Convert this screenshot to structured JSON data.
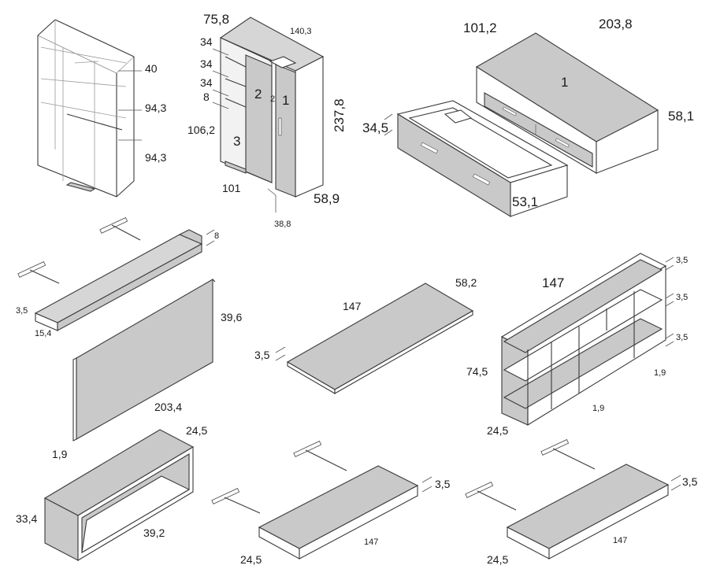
{
  "wardrobe_frame": {
    "dims": [
      "40",
      "94,3",
      "94,3"
    ]
  },
  "wardrobe_corner": {
    "width_top": "75,8",
    "depth_top": "140,3",
    "height": "237,8",
    "shelves": [
      "34",
      "34",
      "34",
      "8"
    ],
    "lower": "106,2",
    "base": "101",
    "side_depth": "58,9",
    "side_depth_small": "38,8",
    "parts": [
      "1",
      "2",
      "2",
      "3"
    ]
  },
  "bed": {
    "width": "101,2",
    "length": "203,8",
    "height": "58,1",
    "trundle_height": "34,5",
    "trundle_depth": "53,1",
    "part": "1"
  },
  "wall_shelf": {
    "height": "8",
    "depth": "3,5",
    "width": "15,4"
  },
  "headboard": {
    "height": "39,6",
    "width": "203,4",
    "thickness": "1,9"
  },
  "desk_top": {
    "width": "147",
    "depth": "58,2",
    "thickness": "3,5"
  },
  "bookcase": {
    "width": "147",
    "shelf_t": [
      "3,5",
      "3,5",
      "3,5"
    ],
    "height": "74,5",
    "side_t": "1,9",
    "inner_t": "1,9",
    "depth": "24,5"
  },
  "wall_box": {
    "depth": "24,5",
    "height": "33,4",
    "width": "39,2"
  },
  "shelf_a": {
    "thickness": "3,5",
    "depth": "24,5",
    "width": "147"
  },
  "shelf_b": {
    "thickness": "3,5",
    "depth": "24,5",
    "width": "147"
  }
}
